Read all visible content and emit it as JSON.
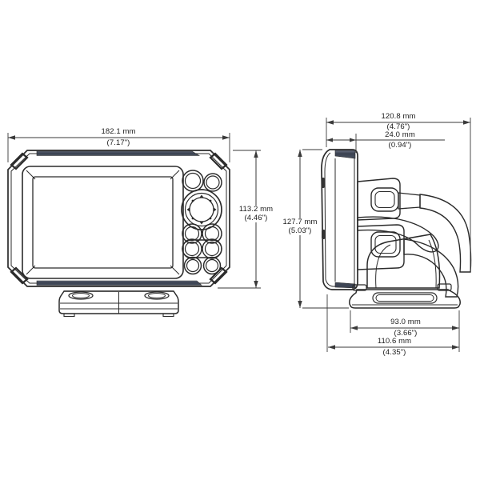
{
  "drawing": {
    "views": {
      "front": {
        "width": {
          "metric": "182.1 mm",
          "imperial": "(7.17\")"
        },
        "height": {
          "metric": "113.2 mm",
          "imperial": "(4.46\")"
        }
      },
      "side": {
        "overall_depth": {
          "metric": "120.8 mm",
          "imperial": "(4.76\")"
        },
        "display_depth": {
          "metric": "24.0 mm",
          "imperial": "(0.94\")"
        },
        "height": {
          "metric": "127.7 mm",
          "imperial": "(5.03\")"
        },
        "bracket_width": {
          "metric": "93.0 mm",
          "imperial": "(3.66\")"
        },
        "base_depth": {
          "metric": "110.6 mm",
          "imperial": "(4.35\")"
        }
      }
    },
    "colors": {
      "line": "#2b2b2b",
      "dimension_line": "#3a3a3a",
      "accent_strip": "#3e4554",
      "background": "#ffffff"
    }
  }
}
